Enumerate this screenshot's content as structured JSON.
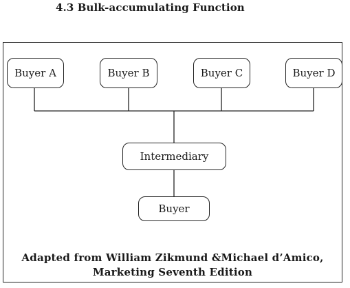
{
  "heading": "4.3 Bulk-accumulating Function",
  "nodes": {
    "buyer_a": "Buyer A",
    "buyer_b": "Buyer B",
    "buyer_c": "Buyer C",
    "buyer_d": "Buyer D",
    "intermediary": "Intermediary",
    "buyer": "Buyer"
  },
  "caption": {
    "line1": "Adapted from William Zikmund &Michael d’Amico,",
    "line2": "Marketing Seventh Edition"
  }
}
